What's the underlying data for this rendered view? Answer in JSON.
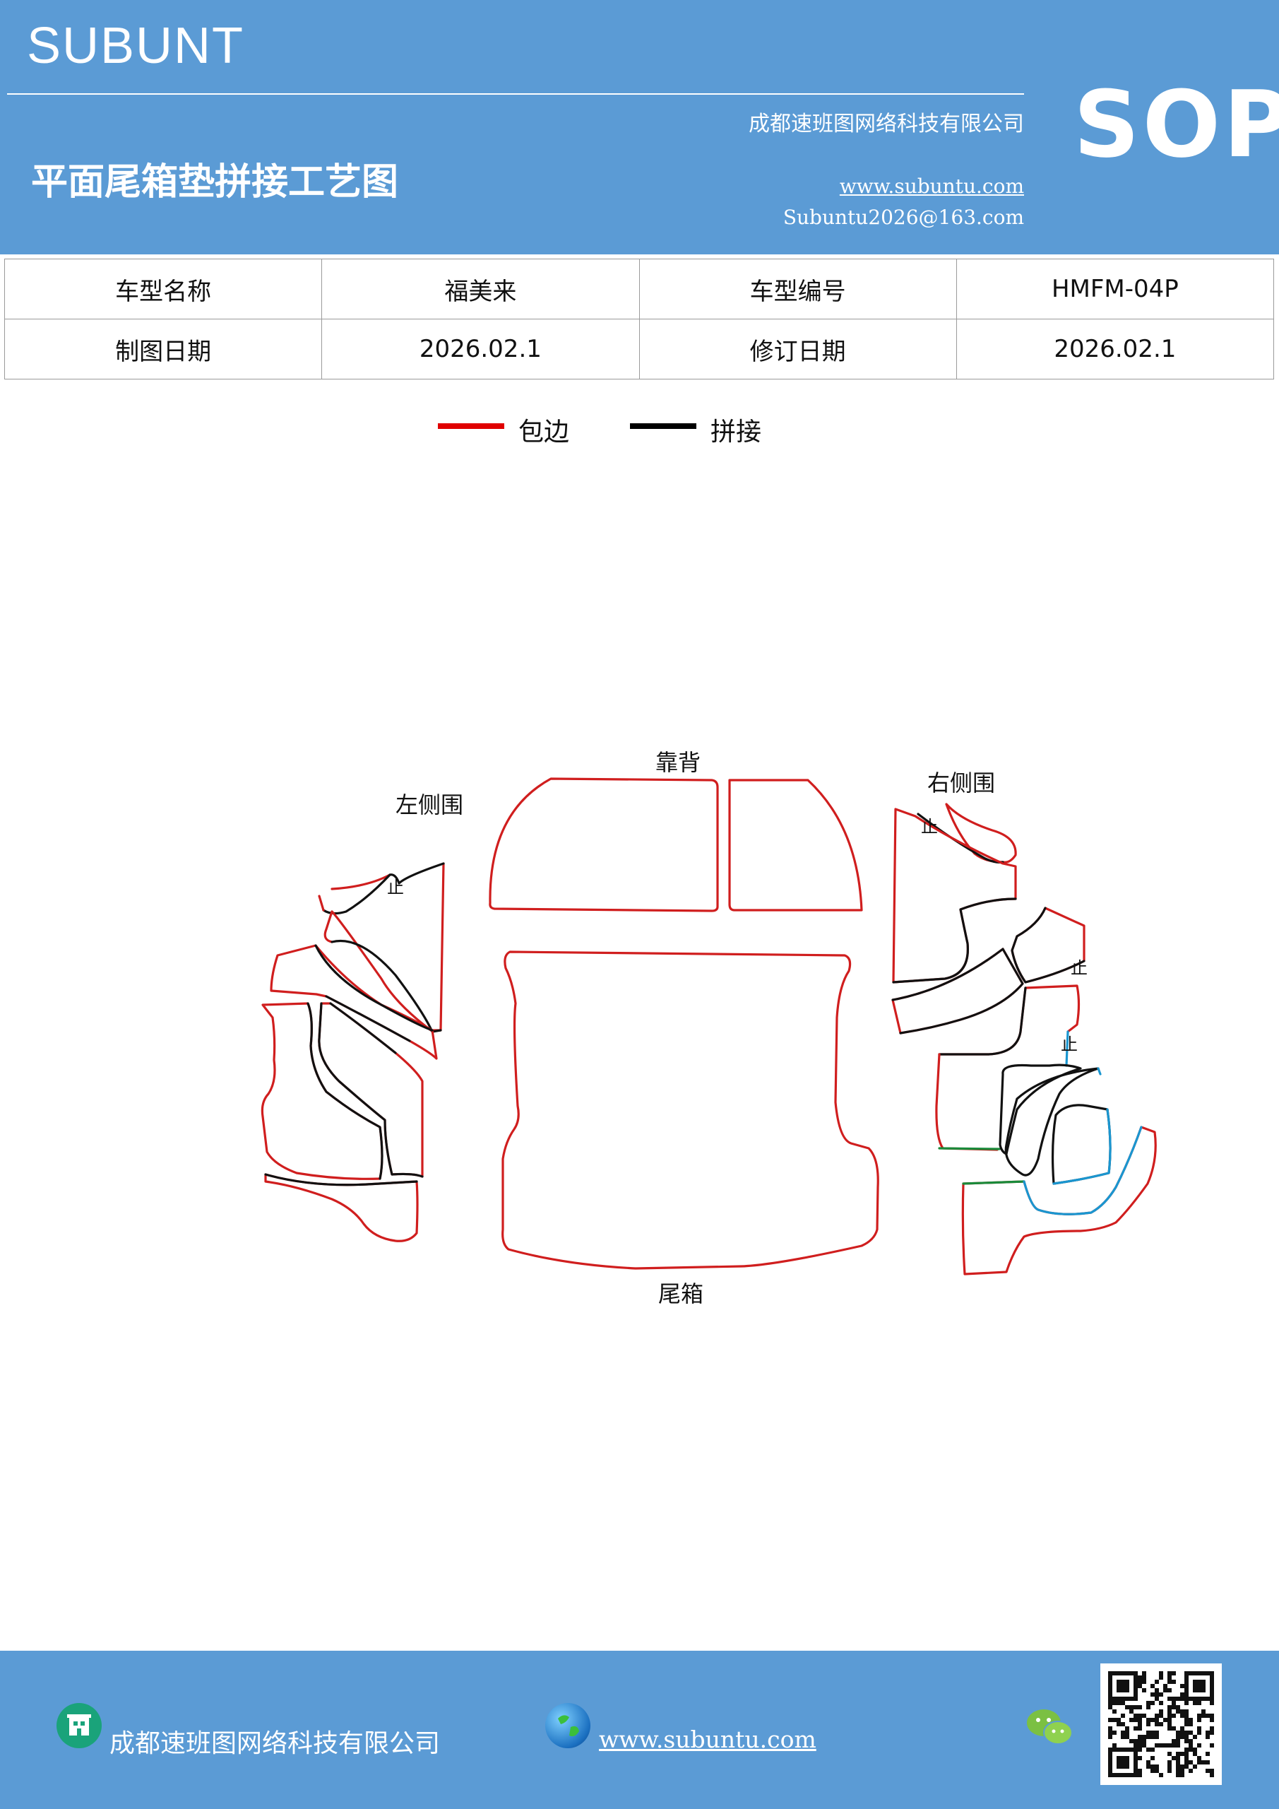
{
  "header": {
    "brand": "SUBUNT",
    "company": "成都速班图网络科技有限公司",
    "title": "平面尾箱垫拼接工艺图",
    "website": "www.subuntu.com",
    "email": "Subuntu2026@163.com",
    "badge": "SOP",
    "background_color": "#5b9bd5"
  },
  "info_table": {
    "rows": [
      [
        "车型名称",
        "福美来",
        "车型编号",
        "HMFM-04P"
      ],
      [
        "制图日期",
        "2026.02.1",
        "修订日期",
        "2026.02.1"
      ]
    ]
  },
  "legend": [
    {
      "label": "包边",
      "color": "#e00000"
    },
    {
      "label": "拼接",
      "color": "#000000"
    }
  ],
  "diagram": {
    "labels": {
      "backrest": "靠背",
      "left_side": "左侧围",
      "right_side": "右侧围",
      "trunk": "尾箱",
      "stop": "止"
    },
    "colors": {
      "edge_binding": "#d01e1e",
      "seam": "#111111",
      "blue_edge": "#1a96d0",
      "green_edge": "#1a8a3a"
    }
  },
  "footer": {
    "company": "成都速班图网络科技有限公司",
    "website": "www.subuntu.com",
    "icons": [
      "building-icon",
      "globe-icon",
      "wechat-icon",
      "qr-code"
    ]
  }
}
